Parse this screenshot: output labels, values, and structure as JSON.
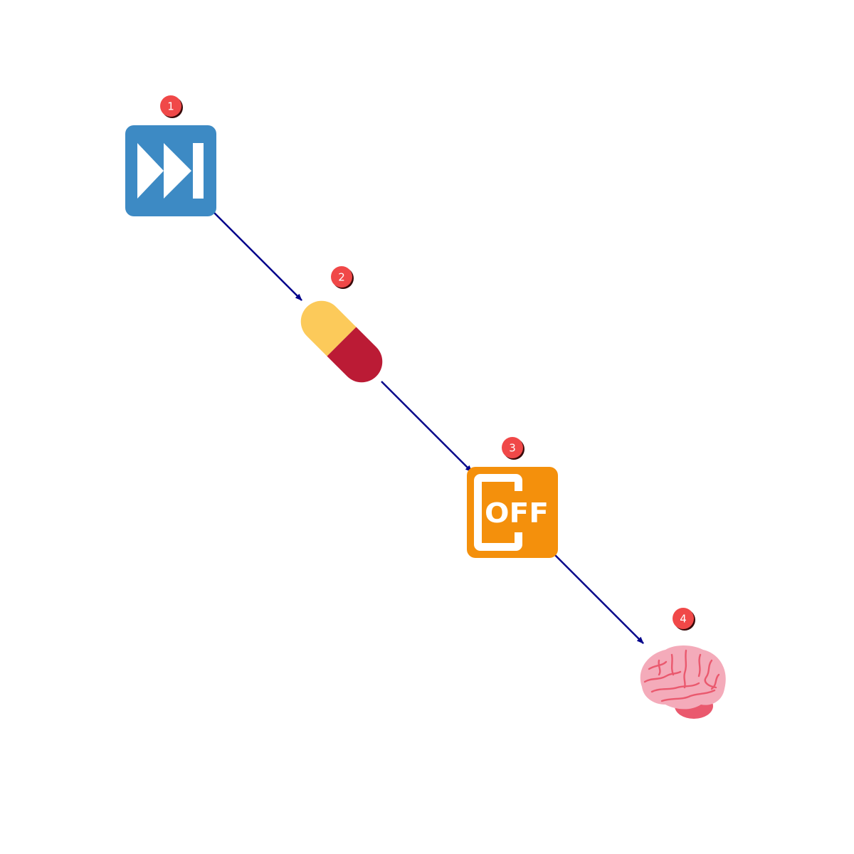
{
  "diagram": {
    "steps": [
      {
        "badge": "1",
        "icon": "fast-forward-icon",
        "color": "#3d8ac4"
      },
      {
        "badge": "2",
        "icon": "capsule-pill-icon",
        "colors": [
          "#fcca5a",
          "#bb1b35"
        ]
      },
      {
        "badge": "3",
        "icon": "mobile-phone-off-icon",
        "color": "#f4900c",
        "text": "OFF"
      },
      {
        "badge": "4",
        "icon": "brain-icon",
        "colors": [
          "#f4abba",
          "#ea596e"
        ]
      }
    ],
    "connectors": [
      {
        "from": "1",
        "to": "2"
      },
      {
        "from": "2",
        "to": "3"
      },
      {
        "from": "3",
        "to": "4"
      }
    ],
    "colors": {
      "arrow": "#00008b",
      "badge_fill": "#f04848",
      "badge_shadow": "#3a0a0a"
    }
  }
}
